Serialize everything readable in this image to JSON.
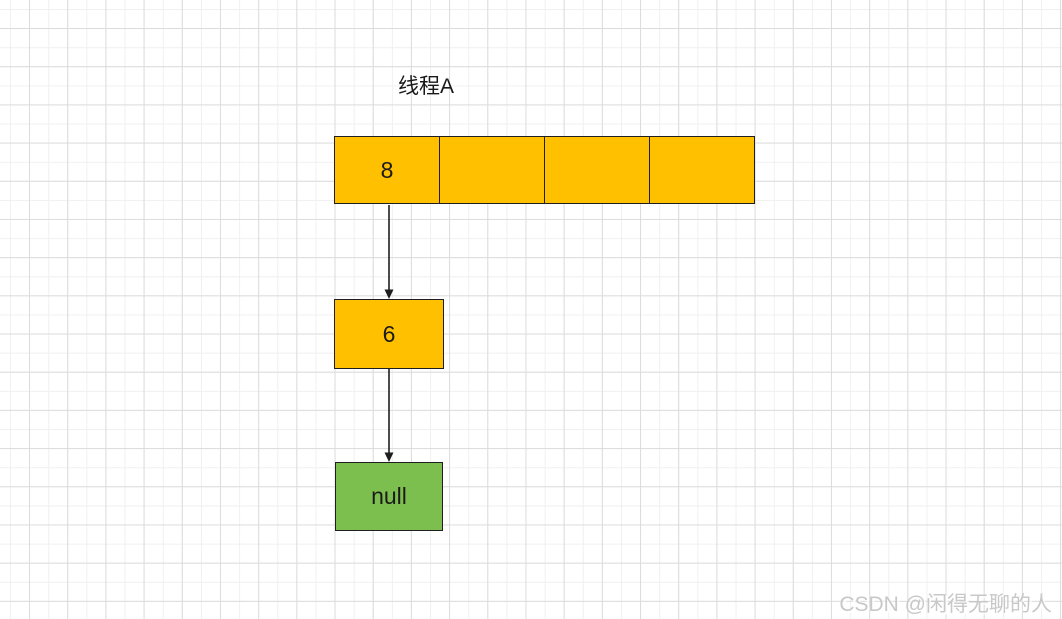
{
  "canvas": {
    "title": "线程A",
    "watermark": "CSDN @闲得无聊的人"
  },
  "diagram": {
    "array_row": {
      "cells": [
        {
          "value": "8"
        },
        {
          "value": ""
        },
        {
          "value": ""
        },
        {
          "value": ""
        }
      ]
    },
    "node_6": {
      "value": "6"
    },
    "node_null": {
      "value": "null"
    },
    "connectors": [
      {
        "icon": "arrow-down-connector"
      },
      {
        "icon": "arrow-down-connector"
      }
    ]
  },
  "colors": {
    "cell_orange": "#FFC000",
    "null_green": "#7CBF4F",
    "shape_border": "#1F1F1F",
    "grid_major": "#DCDCDC",
    "grid_minor": "#F0F0F0",
    "watermark_gray": "#C8C8C8"
  }
}
